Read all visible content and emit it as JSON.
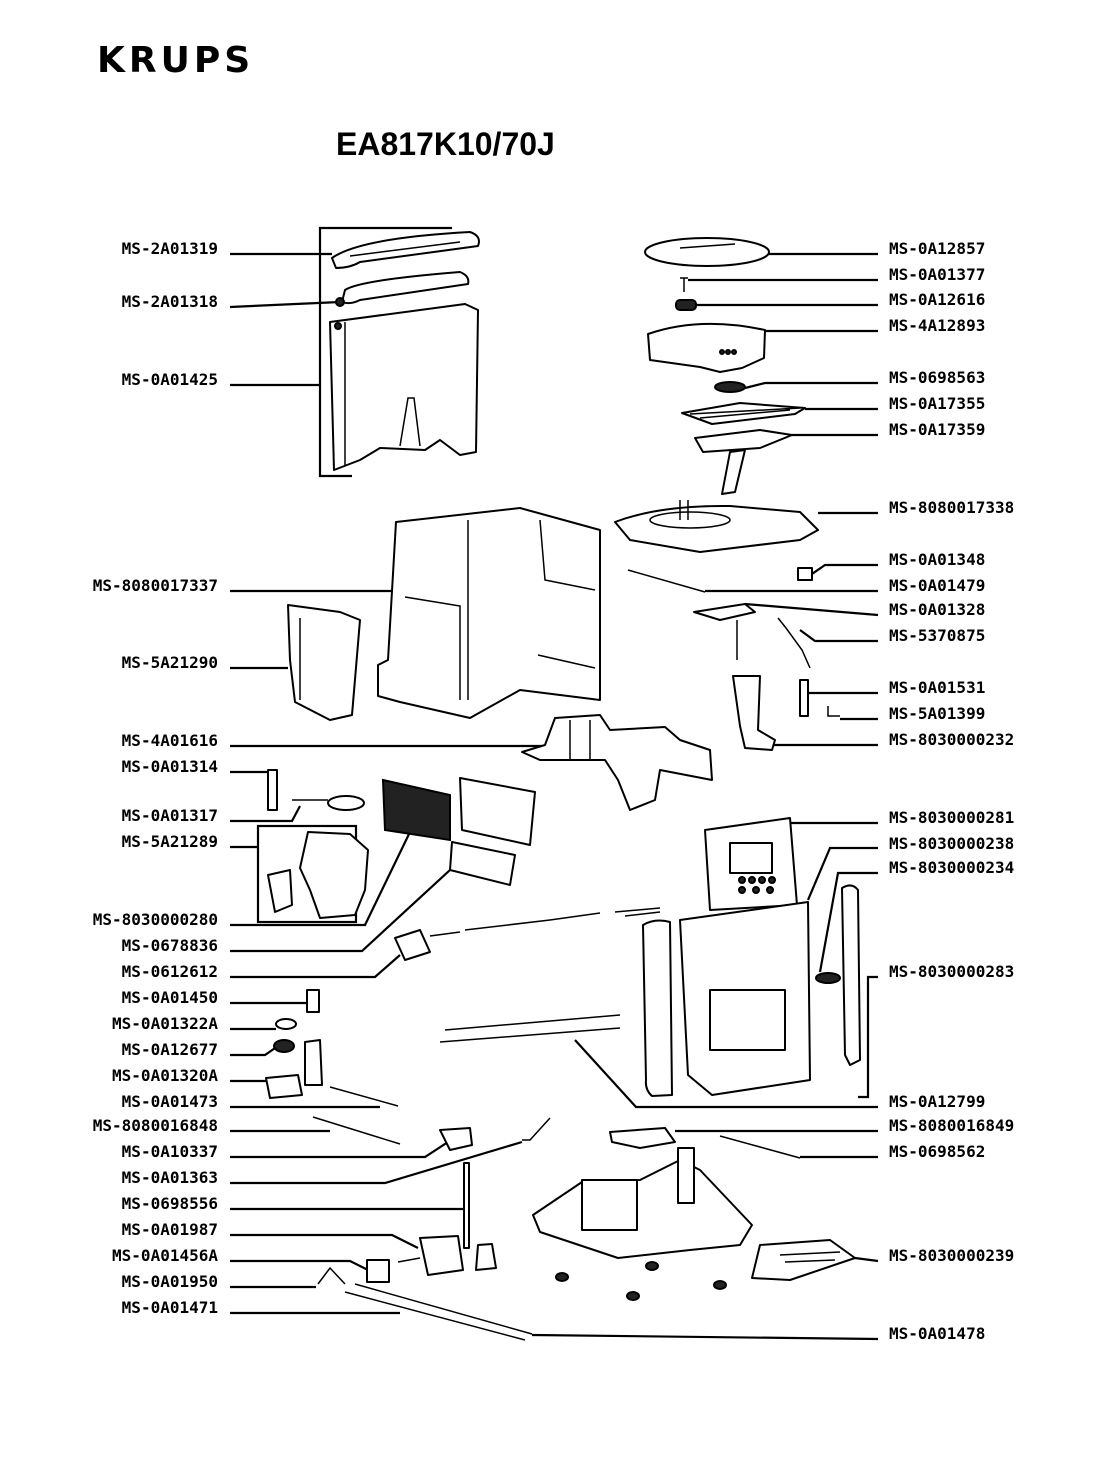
{
  "header": {
    "brand": "KRUPS",
    "model": "EA817K10/70J"
  },
  "parts_left": [
    {
      "id": "MS-2A01319"
    },
    {
      "id": "MS-2A01318"
    },
    {
      "id": "MS-0A01425"
    },
    {
      "id": "MS-8080017337"
    },
    {
      "id": "MS-5A21290"
    },
    {
      "id": "MS-4A01616"
    },
    {
      "id": "MS-0A01314"
    },
    {
      "id": "MS-0A01317"
    },
    {
      "id": "MS-5A21289"
    },
    {
      "id": "MS-8030000280"
    },
    {
      "id": "MS-0678836"
    },
    {
      "id": "MS-0612612"
    },
    {
      "id": "MS-0A01450"
    },
    {
      "id": "MS-0A01322A"
    },
    {
      "id": "MS-0A12677"
    },
    {
      "id": "MS-0A01320A"
    },
    {
      "id": "MS-0A01473"
    },
    {
      "id": "MS-8080016848"
    },
    {
      "id": "MS-0A10337"
    },
    {
      "id": "MS-0A01363"
    },
    {
      "id": "MS-0698556"
    },
    {
      "id": "MS-0A01987"
    },
    {
      "id": "MS-0A01456A"
    },
    {
      "id": "MS-0A01950"
    },
    {
      "id": "MS-0A01471"
    }
  ],
  "parts_right": [
    {
      "id": "MS-0A12857"
    },
    {
      "id": "MS-0A01377"
    },
    {
      "id": "MS-0A12616"
    },
    {
      "id": "MS-4A12893"
    },
    {
      "id": "MS-0698563"
    },
    {
      "id": "MS-0A17355"
    },
    {
      "id": "MS-0A17359"
    },
    {
      "id": "MS-8080017338"
    },
    {
      "id": "MS-0A01348"
    },
    {
      "id": "MS-0A01479"
    },
    {
      "id": "MS-0A01328"
    },
    {
      "id": "MS-5370875"
    },
    {
      "id": "MS-0A01531"
    },
    {
      "id": "MS-5A01399"
    },
    {
      "id": "MS-8030000232"
    },
    {
      "id": "MS-8030000281"
    },
    {
      "id": "MS-8030000238"
    },
    {
      "id": "MS-8030000234"
    },
    {
      "id": "MS-8030000283"
    },
    {
      "id": "MS-0A12799"
    },
    {
      "id": "MS-8080016849"
    },
    {
      "id": "MS-0698562"
    },
    {
      "id": "MS-8030000239"
    },
    {
      "id": "MS-0A01478"
    }
  ]
}
